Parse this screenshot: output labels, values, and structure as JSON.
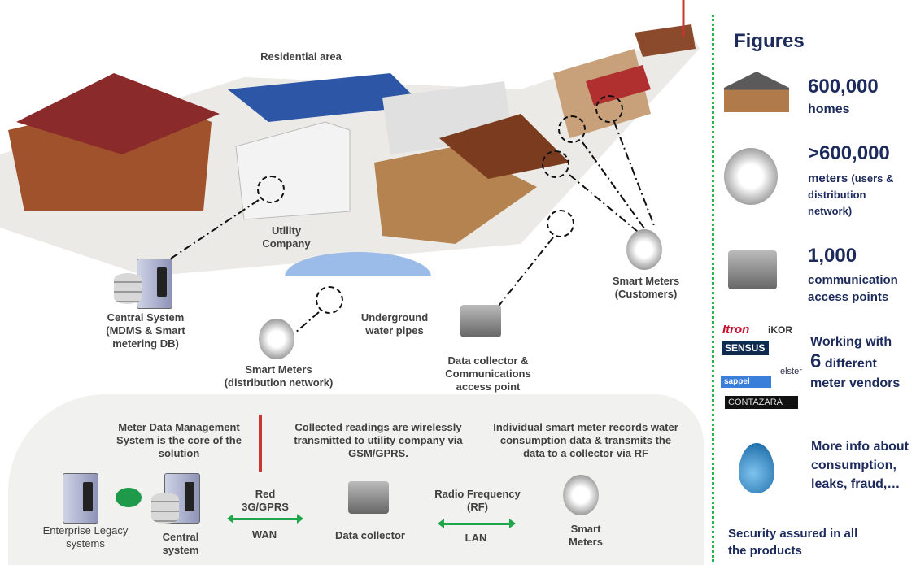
{
  "scene": {
    "residential_area": "Residential area",
    "utility_company": "Utility Company",
    "central_system": "Central System (MDMS & Smart metering DB)",
    "underground_pipes": "Underground water pipes",
    "smart_meters_distribution": "Smart Meters (distribution network)",
    "data_collector": "Data collector & Communications access point",
    "smart_meters_customers": "Smart Meters (Customers)"
  },
  "flow": {
    "mdms_note": "Meter Data Management System is the core of the solution",
    "gprs_note": "Collected readings are wirelessly transmitted to utility company via GSM/GPRS.",
    "meter_note": "Individual smart meter records water consumption data & transmits the data to a collector via RF",
    "enterprise": "Enterprise Legacy systems",
    "central": "Central system",
    "wan_top": "Red 3G/GPRS",
    "wan": "WAN",
    "collector": "Data collector",
    "lan_top": "Radio Frequency (RF)",
    "lan": "LAN",
    "meters": "Smart Meters"
  },
  "figures": {
    "title": "Figures",
    "homes_value": "600,000",
    "homes_label": "homes",
    "meters_value": ">600,000",
    "meters_label": "meters",
    "meters_sub": "(users & distribution network)",
    "ap_value": "1,000",
    "ap_label": "communication access points",
    "vendors_pre": "Working with",
    "vendors_count": "6",
    "vendors_post": "different meter vendors",
    "vendor_logos": [
      "Itron",
      "iKOR",
      "SENSUS",
      "elster",
      "sappel",
      "CONTAZARA"
    ],
    "info": "More info about consumption, leaks, fraud,…",
    "security": "Security assured in all the products"
  },
  "colors": {
    "accent": "#1ea64a",
    "navy": "#1c2a5c"
  }
}
